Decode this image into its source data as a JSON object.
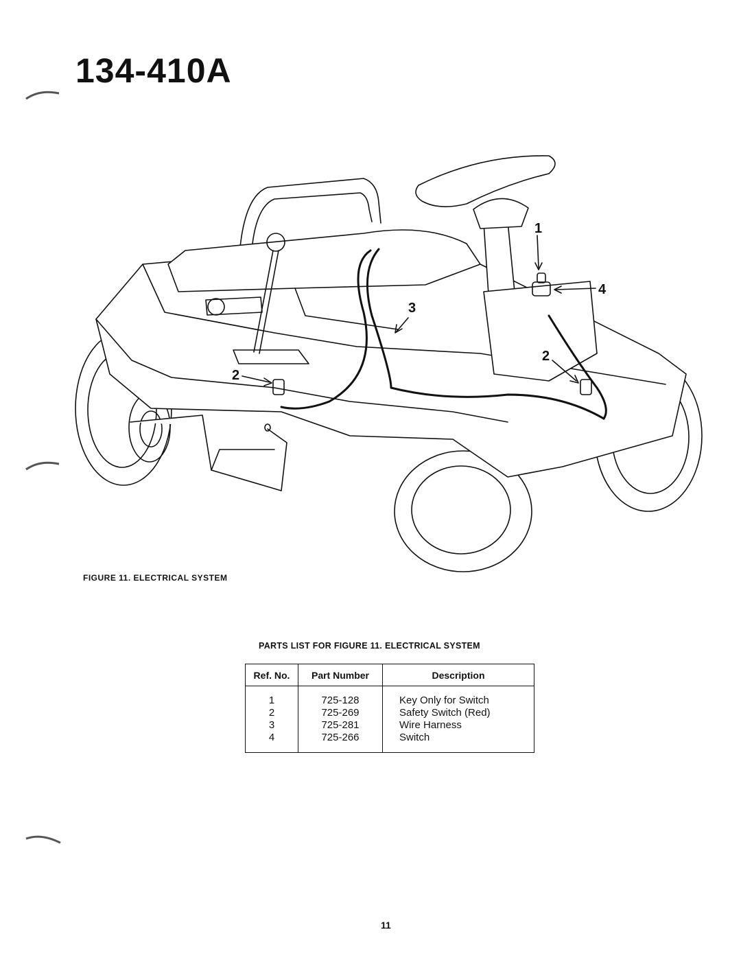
{
  "model_number": "134-410A",
  "figure": {
    "caption": "FIGURE 11. ELECTRICAL SYSTEM",
    "callouts": [
      "1",
      "2",
      "3",
      "4",
      "2"
    ]
  },
  "parts_list": {
    "title": "PARTS LIST FOR FIGURE 11. ELECTRICAL SYSTEM",
    "headers": [
      "Ref. No.",
      "Part Number",
      "Description"
    ],
    "rows": [
      {
        "ref": "1",
        "part": "725-128",
        "desc": "Key Only for Switch"
      },
      {
        "ref": "2",
        "part": "725-269",
        "desc": "Safety Switch (Red)"
      },
      {
        "ref": "3",
        "part": "725-281",
        "desc": "Wire Harness"
      },
      {
        "ref": "4",
        "part": "725-266",
        "desc": "Switch"
      }
    ]
  },
  "page_number": "11"
}
